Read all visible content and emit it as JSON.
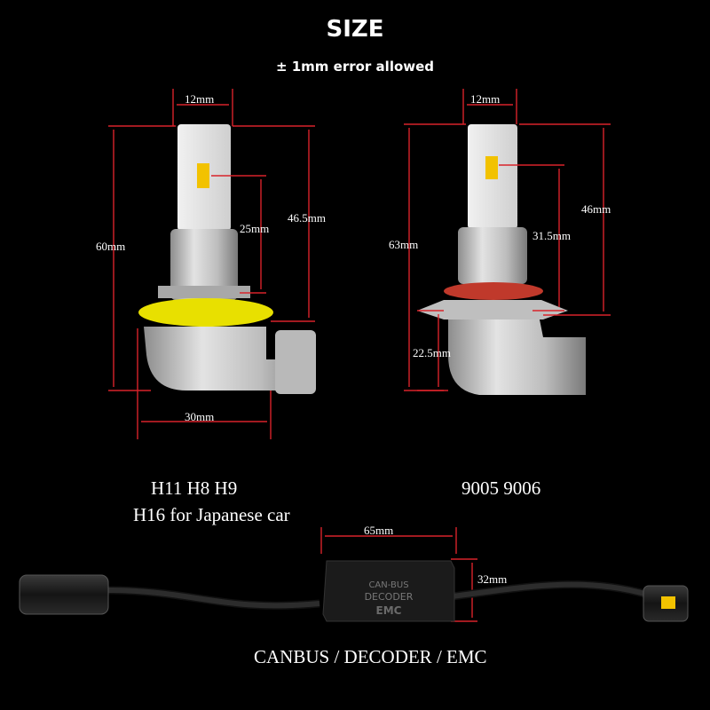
{
  "header": {
    "title": "SIZE",
    "tolerance": "± 1mm error allowed"
  },
  "bulb_left": {
    "width_top": "12mm",
    "height_total": "60mm",
    "height_upper": "46.5mm",
    "height_mid": "25mm",
    "base_width": "30mm",
    "caption_line1": "H11 H8 H9",
    "caption_line2": "H16 for Japanese car"
  },
  "bulb_right": {
    "width_top": "12mm",
    "height_total": "63mm",
    "height_upper": "46mm",
    "height_mid": "31.5mm",
    "height_base": "22.5mm",
    "caption": "9005 9006"
  },
  "decoder": {
    "width": "65mm",
    "height": "32mm",
    "caption": "CANBUS / DECODER / EMC",
    "box_line1": "CAN-BUS",
    "box_line2": "DECODER",
    "box_line3": "EMC"
  },
  "colors": {
    "background": "#000000",
    "dimension_line": "#d8232a",
    "bulb_body": "#c9c9c9",
    "gasket_yellow": "#e8e000",
    "oring_red": "#c0392b"
  }
}
